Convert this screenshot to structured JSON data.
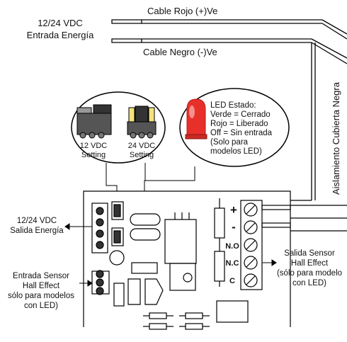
{
  "cable_rojo": "Cable Rojo (+)Ve",
  "cable_negro": "Cable Negro (-)Ve",
  "entrada_energia": [
    "12/24 VDC",
    "Entrada Energía"
  ],
  "aislamiento": "Aislamiento Cubierta Negra",
  "jumper_12": [
    "12 VDC",
    "Setting"
  ],
  "jumper_24": [
    "24 VDC",
    "Setting"
  ],
  "led_estado": [
    "LED Estado:",
    "Verde = Cerrado",
    "Rojo = Liberado",
    "Off = Sin entrada",
    "(Solo para",
    "modelos LED)"
  ],
  "salida_energia": [
    "12/24 VDC",
    "Salida Energía"
  ],
  "entrada_sensor": [
    "Entrada Sensor",
    "Hall Effect",
    "sólo para modelos",
    "con LED)"
  ],
  "salida_sensor": [
    "Salida Sensor",
    "Hall Effect",
    "(sólo para modelo",
    "con LED)"
  ],
  "terminals": {
    "plus": "+",
    "minus": "-",
    "no": "N.O",
    "nc": "N.C",
    "c": "C"
  },
  "colors": {
    "led_red": "#e8302a",
    "jumper_dark": "#333333",
    "jumper_yellow": "#f3e37a"
  }
}
